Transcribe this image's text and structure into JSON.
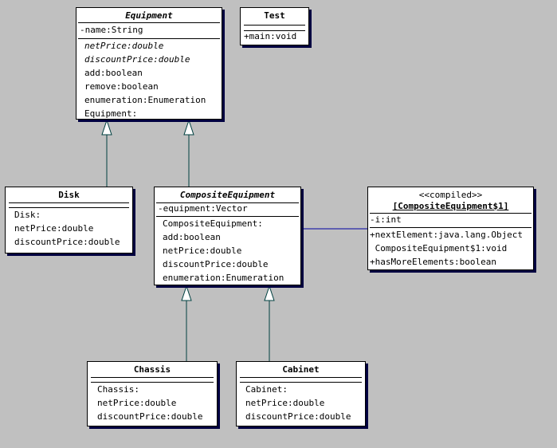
{
  "colors": {
    "background": "#c0c0c0",
    "box_fill": "#ffffff",
    "box_border": "#000000",
    "box_shadow": "#000040",
    "inheritance_line": "#004040",
    "association_line": "#0000a0"
  },
  "classes": {
    "equipment": {
      "name": "Equipment",
      "attributes": [
        "-name:String"
      ],
      "operations": [
        {
          "text": "netPrice:double",
          "italic": true
        },
        {
          "text": "discountPrice:double",
          "italic": true
        },
        {
          "text": "add:boolean",
          "italic": false
        },
        {
          "text": "remove:boolean",
          "italic": false
        },
        {
          "text": "enumeration:Enumeration",
          "italic": false
        },
        {
          "text": "Equipment:",
          "italic": false
        }
      ]
    },
    "test": {
      "name": "Test",
      "operations": [
        "+main:void"
      ]
    },
    "disk": {
      "name": "Disk",
      "operations": [
        "Disk:",
        "netPrice:double",
        "discountPrice:double"
      ]
    },
    "composite": {
      "name": "CompositeEquipment",
      "attributes": [
        "-equipment:Vector"
      ],
      "operations": [
        "CompositeEquipment:",
        "add:boolean",
        "netPrice:double",
        "discountPrice:double",
        "enumeration:Enumeration"
      ]
    },
    "anon": {
      "stereotype": "<<compiled>>",
      "name": "[CompositeEquipment$1]",
      "attributes": [
        "-i:int"
      ],
      "operations": [
        "+nextElement:java.lang.Object",
        " CompositeEquipment$1:void",
        "+hasMoreElements:boolean"
      ]
    },
    "chassis": {
      "name": "Chassis",
      "operations": [
        "Chassis:",
        "netPrice:double",
        "discountPrice:double"
      ]
    },
    "cabinet": {
      "name": "Cabinet",
      "operations": [
        "Cabinet:",
        "netPrice:double",
        "discountPrice:double"
      ]
    }
  },
  "relationships": [
    {
      "type": "inheritance",
      "child": "Disk",
      "parent": "Equipment"
    },
    {
      "type": "inheritance",
      "child": "CompositeEquipment",
      "parent": "Equipment"
    },
    {
      "type": "inheritance",
      "child": "Chassis",
      "parent": "CompositeEquipment"
    },
    {
      "type": "inheritance",
      "child": "Cabinet",
      "parent": "CompositeEquipment"
    },
    {
      "type": "association",
      "from": "CompositeEquipment",
      "to": "[CompositeEquipment$1]"
    }
  ]
}
